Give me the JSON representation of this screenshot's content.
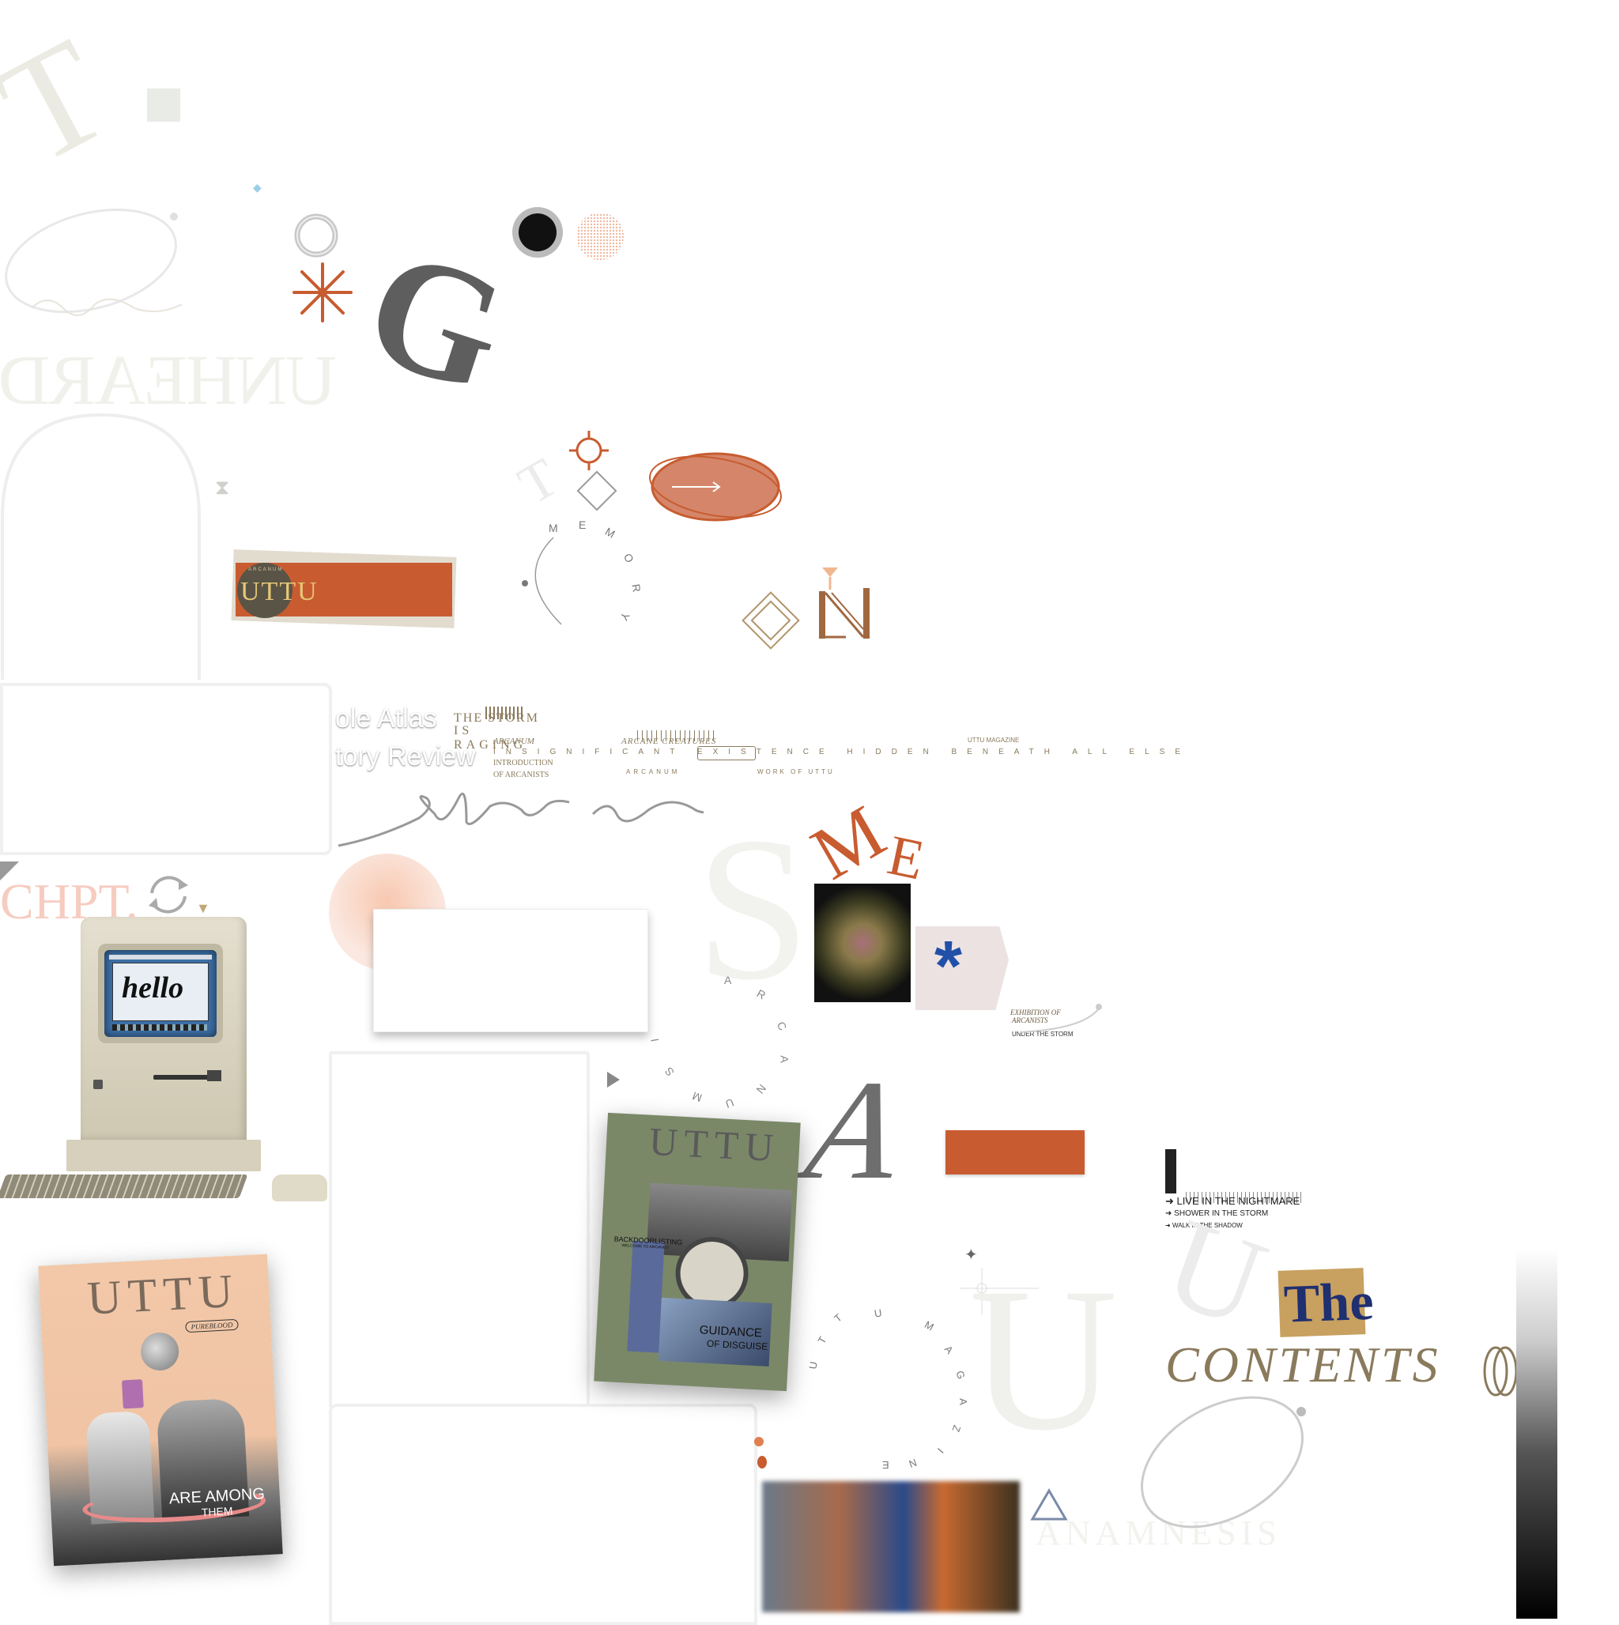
{
  "colors": {
    "orange": "#c85c30",
    "gold": "#8a7a5c",
    "navy": "#1f3070",
    "charcoal": "#555555",
    "sage": "#7a8868",
    "peach": "#f0c8b0"
  },
  "ghost_text": {
    "unheard": "UNHEARD",
    "chpt": "CHPT.",
    "anamnesis": "ANAMNESIS"
  },
  "letters": {
    "big_t": "T",
    "big_g": "G",
    "big_s": "S",
    "m": "M",
    "e": "E",
    "a": "A",
    "u_ghost": "U",
    "u_ghost_right": "U"
  },
  "badge": {
    "circle_caption": "ARCANUM",
    "brand": "UTTU"
  },
  "memory_arc": [
    "M",
    "E",
    "M",
    "O",
    "R",
    "Y"
  ],
  "arcanum_arc": [
    "A",
    "R",
    "C",
    "A",
    "N",
    "U",
    "M",
    "S",
    "I"
  ],
  "magazine_arc": [
    "U",
    "T",
    "T",
    "U",
    "M",
    "A",
    "G",
    "A",
    "Z",
    "I",
    "N",
    "E"
  ],
  "headline": {
    "line1": "ole Atlas",
    "line2": "tory Review"
  },
  "storm": {
    "line1": "THE STORM",
    "line2": "IS RAGING"
  },
  "ticker": {
    "arcanum_label": "ARCANUM",
    "intro_line1": "INTRODUCTION",
    "intro_line2": "OF ARCANISTS",
    "creatures": "ARCANE CREATURES",
    "main_line": "INSIGNIFICANT EXISTENCE HIDDEN BENEATH ALL ELSE",
    "arcanum2": "ARCANUM",
    "work": "WORK OF UTTU",
    "magazine": "UTTU MAGAZINE"
  },
  "computer": {
    "screen_text": "hello"
  },
  "exhibition": {
    "line1": "EXHIBITION OF",
    "line2": "ARCANISTS",
    "line3": "UNDER THE STORM"
  },
  "menu_list": {
    "items": [
      "LIVE IN THE NIGHTMARE",
      "SHOWER IN THE STORM",
      "WALK IN THE SHADOW"
    ]
  },
  "contents": {
    "the": "The",
    "contents": "CONTENTS"
  },
  "magazine_peach": {
    "brand": "UTTU",
    "badge": "PUREBLOOD",
    "caption1": "ARE AMONG",
    "caption2": "THEM"
  },
  "magazine_green": {
    "brand": "UTTU",
    "caption1": "BACKDOORLISTING",
    "caption2": "WELCOME TO ARCANIST",
    "caption3": "GUIDANCE",
    "caption4": "OF DISGUISE"
  }
}
